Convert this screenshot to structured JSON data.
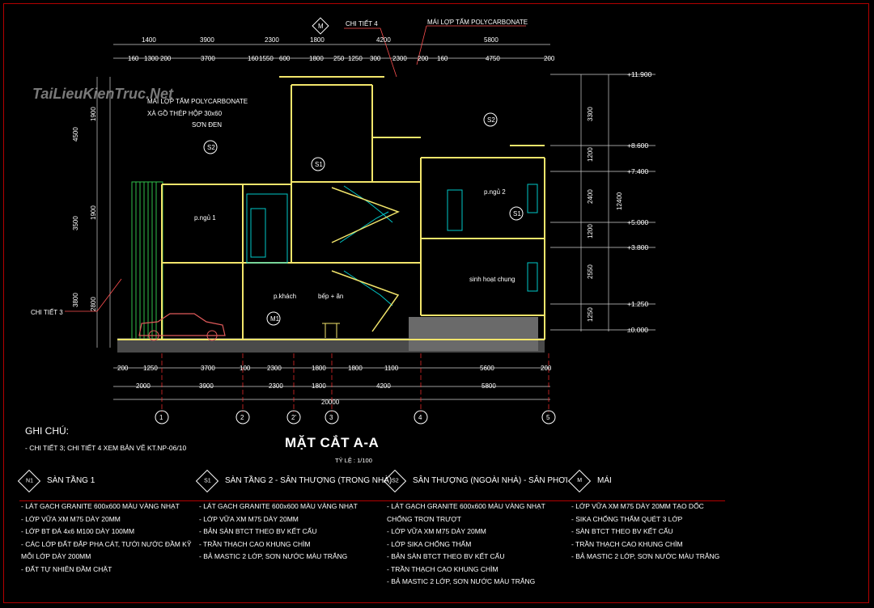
{
  "watermark": "TaiLieuKienTruc.Net",
  "drawing": {
    "title": "MẶT CẮT A-A",
    "scale": "TỶ LỆ : 1/100"
  },
  "notes": {
    "title": "GHI CHÚ:",
    "line": "- CHI TIẾT 3; CHI TIẾT 4 XEM BẢN VẼ KT.NP-06/10"
  },
  "callouts": {
    "detail4": "CHI TIẾT 4",
    "roof_top": "MÁI LỢP TẤM POLYCARBONATE",
    "detail3": "CHI TIẾT 3",
    "roof_left_1": "MÁI LỢP TẤM POLYCARBONATE",
    "roof_left_2": "XÀ GỒ THÉP HỘP 30x60",
    "roof_left_3": "SƠN ĐEN"
  },
  "rooms": {
    "bed1": "p.ngủ 1",
    "bed2": "p.ngủ 2",
    "guest": "p.khách",
    "kitchen": "bếp + ăn",
    "living": "sinh hoạt chung"
  },
  "levels": [
    "+11.900",
    "+8.600",
    "+7.400",
    "+5.000",
    "+3.800",
    "+1.250",
    "±0.000"
  ],
  "level_dims": [
    "3300",
    "1200",
    "2400",
    "1200",
    "2550",
    "1250"
  ],
  "total_height": "12400",
  "left_dims": [
    "4500",
    "3500",
    "3800"
  ],
  "left_dims_inner": [
    "1900",
    "1900",
    "2800"
  ],
  "top_dims_1": [
    "1400",
    "3900",
    "2300",
    "1800",
    "4200",
    "5800"
  ],
  "top_dims_2": [
    "160",
    "1300",
    "200",
    "3700",
    "160",
    "1550",
    "600",
    "1800",
    "250",
    "1250",
    "300",
    "2300",
    "200",
    "160",
    "4750",
    "200"
  ],
  "bottom_dims_1": [
    "200",
    "1250",
    "3700",
    "100",
    "2300",
    "1800",
    "1800",
    "1100",
    "5600",
    "200"
  ],
  "bottom_dims_2": [
    "2000",
    "3900",
    "2300",
    "1800",
    "4200",
    "5800"
  ],
  "bottom_total": "20000",
  "grid_axes": [
    "1",
    "2",
    "2'",
    "3",
    "4",
    "5"
  ],
  "section_tags": [
    "N1",
    "S1",
    "S2",
    "M"
  ],
  "legend": [
    {
      "tag": "N1",
      "title": "SÀN TẦNG 1",
      "items": [
        "- LÁT GẠCH GRANITE 600x600 MÀU VÀNG NHẠT",
        "- LỚP VỮA XM M75 DÀY 20MM",
        "- LỚP BT ĐÁ 4x6 M100 DÀY 100MM",
        "- CÁC LỚP ĐẤT ĐẮP PHA CÁT, TƯỚI NƯỚC ĐẦM KỸ",
        "  MỖI LỚP DÀY 200MM",
        "- ĐẤT TỰ NHIÊN ĐẦM CHẶT"
      ]
    },
    {
      "tag": "S1",
      "title": "SÀN TẦNG 2 - SÂN THƯỢNG (TRONG NHÀ)",
      "items": [
        "- LÁT GẠCH GRANITE 600x600 MÀU VÀNG NHẠT",
        "- LỚP VỮA XM M75 DÀY 20MM",
        "- BẢN SÀN BTCT THEO BV KẾT CẤU",
        "- TRẦN THẠCH CAO KHUNG CHÌM",
        "- BẢ MASTIC 2 LỚP, SƠN NƯỚC MÀU TRẮNG"
      ]
    },
    {
      "tag": "S2",
      "title": "SÂN THƯỢNG (NGOÀI NHÀ) - SÂN PHƠI",
      "items": [
        "- LÁT GẠCH GRANITE 600x600 MÀU VÀNG NHẠT",
        "  CHỐNG TRƠN TRƯỢT",
        "- LỚP VỮA XM M75 DÀY 20MM",
        "- LỚP SIKA CHỐNG THẤM",
        "- BẢN SÀN BTCT THEO BV KẾT CẤU",
        "- TRẦN THẠCH CAO KHUNG CHÌM",
        "- BẢ MASTIC 2 LỚP, SƠN NƯỚC MÀU TRẮNG"
      ]
    },
    {
      "tag": "M",
      "title": "MÁI",
      "items": [
        "- LỚP VỮA XM M75 DÀY 20MM TẠO DỐC",
        "- SIKA CHỐNG THẤM QUÉT 3 LỚP",
        "- SÀN BTCT THEO BV KẾT CẤU",
        "- TRẦN THẠCH CAO KHUNG CHÌM",
        "- BẢ MASTIC 2 LỚP, SƠN NƯỚC MÀU TRẮNG"
      ]
    }
  ],
  "colors": {
    "wall": "#f2e56b",
    "dim": "#ffffff",
    "axis": "#ff3030",
    "grid": "#00c8c8",
    "green": "#2fbf4a",
    "hatch": "#8a8a8a"
  }
}
